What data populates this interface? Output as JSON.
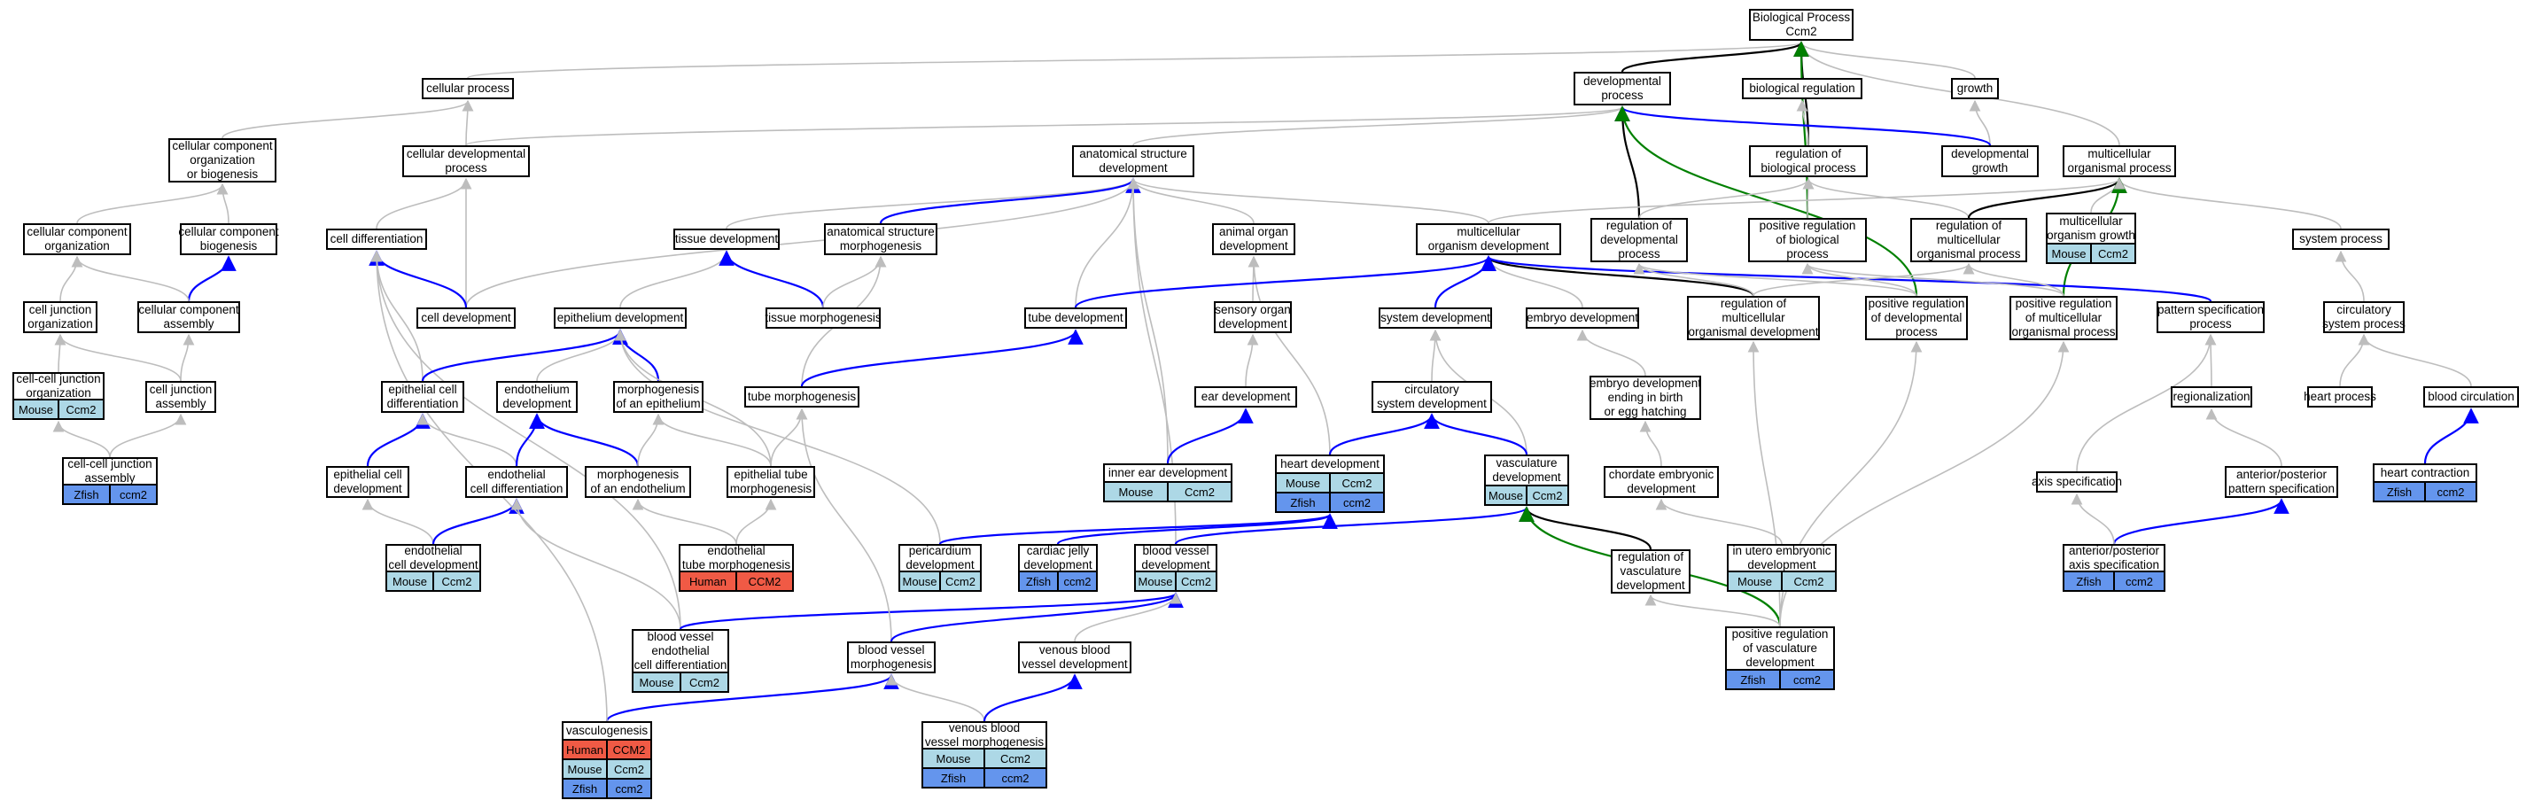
{
  "colors": {
    "mouse": "#add8e6",
    "zfish": "#6495ed",
    "human": "#f05a45",
    "edge_gray": "#bdbdbd",
    "edge_blue": "#0000ff",
    "edge_green": "#008000",
    "edge_black": "#000000"
  },
  "nodes": [
    {
      "id": "bp",
      "label": "Biological Process\nCcm2"
    },
    {
      "id": "cp",
      "label": "cellular process"
    },
    {
      "id": "dp",
      "label": "developmental\nprocess"
    },
    {
      "id": "br",
      "label": "biological regulation"
    },
    {
      "id": "growth",
      "label": "growth"
    },
    {
      "id": "ccob",
      "label": "cellular component\norganization\nor biogenesis"
    },
    {
      "id": "cdp",
      "label": "cellular developmental\nprocess"
    },
    {
      "id": "asd",
      "label": "anatomical structure\ndevelopment"
    },
    {
      "id": "rbp",
      "label": "regulation of\nbiological process"
    },
    {
      "id": "dg",
      "label": "developmental\ngrowth"
    },
    {
      "id": "mop",
      "label": "multicellular\norganismal process"
    },
    {
      "id": "cco",
      "label": "cellular component\norganization"
    },
    {
      "id": "ccb",
      "label": "cellular component\nbiogenesis"
    },
    {
      "id": "cdiff",
      "label": "cell differentiation"
    },
    {
      "id": "td",
      "label": "tissue development"
    },
    {
      "id": "asm",
      "label": "anatomical structure\nmorphogenesis"
    },
    {
      "id": "aod",
      "label": "animal organ\ndevelopment"
    },
    {
      "id": "mod",
      "label": "multicellular\norganism development"
    },
    {
      "id": "rdp",
      "label": "regulation of\ndevelopmental\nprocess"
    },
    {
      "id": "prbp",
      "label": "positive regulation\nof biological\nprocess"
    },
    {
      "id": "rmop",
      "label": "regulation of\nmulticellular\norganismal process"
    },
    {
      "id": "mog",
      "label": "multicellular\norganism growth"
    },
    {
      "id": "sp",
      "label": "system process"
    },
    {
      "id": "cjo",
      "label": "cell junction\norganization"
    },
    {
      "id": "cca",
      "label": "cellular component\nassembly"
    },
    {
      "id": "cdev",
      "label": "cell development"
    },
    {
      "id": "epd",
      "label": "epithelium development"
    },
    {
      "id": "tm",
      "label": "tissue morphogenesis"
    },
    {
      "id": "tubd",
      "label": "tube development"
    },
    {
      "id": "sod",
      "label": "sensory organ\ndevelopment"
    },
    {
      "id": "sysd",
      "label": "system development"
    },
    {
      "id": "embd",
      "label": "embryo development"
    },
    {
      "id": "rmod",
      "label": "regulation of\nmulticellular\norganismal development"
    },
    {
      "id": "prdp",
      "label": "positive regulation\nof developmental\nprocess"
    },
    {
      "id": "prmop",
      "label": "positive regulation\nof multicellular\norganismal process"
    },
    {
      "id": "psp",
      "label": "pattern specification\nprocess"
    },
    {
      "id": "csp",
      "label": "circulatory\nsystem process"
    },
    {
      "id": "ccjo",
      "label": "cell-cell junction\norganization"
    },
    {
      "id": "cja",
      "label": "cell junction\nassembly"
    },
    {
      "id": "ecd",
      "label": "epithelial cell\ndifferentiation"
    },
    {
      "id": "endod",
      "label": "endothelium\ndevelopment"
    },
    {
      "id": "moe",
      "label": "morphogenesis\nof an epithelium"
    },
    {
      "id": "tubm",
      "label": "tube morphogenesis"
    },
    {
      "id": "ead",
      "label": "ear development"
    },
    {
      "id": "csd",
      "label": "circulatory\nsystem development"
    },
    {
      "id": "edeb",
      "label": "embryo development\nending in birth\nor egg hatching"
    },
    {
      "id": "regz",
      "label": "regionalization"
    },
    {
      "id": "hp",
      "label": "heart process"
    },
    {
      "id": "bc",
      "label": "blood circulation"
    },
    {
      "id": "ccja",
      "label": "cell-cell junction\nassembly"
    },
    {
      "id": "ecdev",
      "label": "epithelial cell\ndevelopment"
    },
    {
      "id": "endocd",
      "label": "endothelial\ncell differentiation"
    },
    {
      "id": "moae",
      "label": "morphogenesis\nof an endothelium"
    },
    {
      "id": "etm",
      "label": "epithelial tube\nmorphogenesis"
    },
    {
      "id": "ied",
      "label": "inner ear development"
    },
    {
      "id": "hd",
      "label": "heart development"
    },
    {
      "id": "vd",
      "label": "vasculature\ndevelopment"
    },
    {
      "id": "ced",
      "label": "chordate embryonic\ndevelopment"
    },
    {
      "id": "as",
      "label": "axis specification"
    },
    {
      "id": "apps",
      "label": "anterior/posterior\npattern specification"
    },
    {
      "id": "hc",
      "label": "heart contraction"
    },
    {
      "id": "ecdev2",
      "label": "endothelial\ncell development"
    },
    {
      "id": "etubm",
      "label": "endothelial\ntube morphogenesis"
    },
    {
      "id": "pd",
      "label": "pericardium\ndevelopment"
    },
    {
      "id": "cjd",
      "label": "cardiac jelly\ndevelopment"
    },
    {
      "id": "bvd",
      "label": "blood vessel\ndevelopment"
    },
    {
      "id": "rvd",
      "label": "regulation of\nvasculature\ndevelopment"
    },
    {
      "id": "iued",
      "label": "in utero embryonic\ndevelopment"
    },
    {
      "id": "apas",
      "label": "anterior/posterior\naxis specification"
    },
    {
      "id": "bveecd",
      "label": "blood vessel\nendothelial\ncell differentiation"
    },
    {
      "id": "bvm",
      "label": "blood vessel\nmorphogenesis"
    },
    {
      "id": "vbvd",
      "label": "venous blood\nvessel development"
    },
    {
      "id": "prvd",
      "label": "positive regulation\nof vasculature\ndevelopment"
    },
    {
      "id": "vasc",
      "label": "vasculogenesis"
    },
    {
      "id": "vbvm",
      "label": "venous blood\nvessel morphogenesis"
    }
  ],
  "annotations": [
    {
      "node": "mog",
      "rows": [
        {
          "sp": "Mouse",
          "gene": "Ccm2",
          "kind": "mouse"
        }
      ]
    },
    {
      "node": "ccjo",
      "rows": [
        {
          "sp": "Mouse",
          "gene": "Ccm2",
          "kind": "mouse"
        }
      ]
    },
    {
      "node": "ccja",
      "rows": [
        {
          "sp": "Zfish",
          "gene": "ccm2",
          "kind": "zfish"
        }
      ]
    },
    {
      "node": "ied",
      "rows": [
        {
          "sp": "Mouse",
          "gene": "Ccm2",
          "kind": "mouse"
        }
      ]
    },
    {
      "node": "hd",
      "rows": [
        {
          "sp": "Mouse",
          "gene": "Ccm2",
          "kind": "mouse"
        },
        {
          "sp": "Zfish",
          "gene": "ccm2",
          "kind": "zfish"
        }
      ]
    },
    {
      "node": "vd",
      "rows": [
        {
          "sp": "Mouse",
          "gene": "Ccm2",
          "kind": "mouse"
        }
      ]
    },
    {
      "node": "hc",
      "rows": [
        {
          "sp": "Zfish",
          "gene": "ccm2",
          "kind": "zfish"
        }
      ]
    },
    {
      "node": "ecdev2",
      "rows": [
        {
          "sp": "Mouse",
          "gene": "Ccm2",
          "kind": "mouse"
        }
      ]
    },
    {
      "node": "etubm",
      "rows": [
        {
          "sp": "Human",
          "gene": "CCM2",
          "kind": "human"
        }
      ]
    },
    {
      "node": "pd",
      "rows": [
        {
          "sp": "Mouse",
          "gene": "Ccm2",
          "kind": "mouse"
        }
      ]
    },
    {
      "node": "cjd",
      "rows": [
        {
          "sp": "Zfish",
          "gene": "ccm2",
          "kind": "zfish"
        }
      ]
    },
    {
      "node": "bvd",
      "rows": [
        {
          "sp": "Mouse",
          "gene": "Ccm2",
          "kind": "mouse"
        }
      ]
    },
    {
      "node": "iued",
      "rows": [
        {
          "sp": "Mouse",
          "gene": "Ccm2",
          "kind": "mouse"
        }
      ]
    },
    {
      "node": "apas",
      "rows": [
        {
          "sp": "Zfish",
          "gene": "ccm2",
          "kind": "zfish"
        }
      ]
    },
    {
      "node": "bveecd",
      "rows": [
        {
          "sp": "Mouse",
          "gene": "Ccm2",
          "kind": "mouse"
        }
      ]
    },
    {
      "node": "prvd",
      "rows": [
        {
          "sp": "Zfish",
          "gene": "ccm2",
          "kind": "zfish"
        }
      ]
    },
    {
      "node": "vasc",
      "rows": [
        {
          "sp": "Human",
          "gene": "CCM2",
          "kind": "human"
        },
        {
          "sp": "Mouse",
          "gene": "Ccm2",
          "kind": "mouse"
        },
        {
          "sp": "Zfish",
          "gene": "ccm2",
          "kind": "zfish"
        }
      ]
    },
    {
      "node": "vbvm",
      "rows": [
        {
          "sp": "Mouse",
          "gene": "Ccm2",
          "kind": "mouse"
        },
        {
          "sp": "Zfish",
          "gene": "ccm2",
          "kind": "zfish"
        }
      ]
    }
  ],
  "edges": [
    [
      "cp",
      "bp",
      "gray"
    ],
    [
      "dp",
      "bp",
      "black"
    ],
    [
      "br",
      "bp",
      "gray"
    ],
    [
      "growth",
      "bp",
      "gray"
    ],
    [
      "mop",
      "bp",
      "gray"
    ],
    [
      "rbp",
      "bp",
      "black"
    ],
    [
      "prbp",
      "bp",
      "green"
    ],
    [
      "rbp",
      "br",
      "gray"
    ],
    [
      "dg",
      "growth",
      "gray"
    ],
    [
      "dg",
      "dp",
      "blue"
    ],
    [
      "cdp",
      "cp",
      "gray"
    ],
    [
      "ccob",
      "cp",
      "gray"
    ],
    [
      "asd",
      "dp",
      "gray"
    ],
    [
      "cdp",
      "dp",
      "gray"
    ],
    [
      "rdp",
      "dp",
      "black"
    ],
    [
      "prdp",
      "dp",
      "green"
    ],
    [
      "cco",
      "ccob",
      "gray"
    ],
    [
      "ccb",
      "ccob",
      "gray"
    ],
    [
      "cdiff",
      "cdp",
      "gray"
    ],
    [
      "cdev",
      "cdp",
      "gray"
    ],
    [
      "td",
      "asd",
      "gray"
    ],
    [
      "asm",
      "asd",
      "blue"
    ],
    [
      "aod",
      "asd",
      "gray"
    ],
    [
      "mod",
      "asd",
      "gray"
    ],
    [
      "tubd",
      "asd",
      "gray"
    ],
    [
      "ied",
      "asd",
      "gray"
    ],
    [
      "bvd",
      "asd",
      "gray"
    ],
    [
      "cdev",
      "asd",
      "gray"
    ],
    [
      "rdp",
      "rbp",
      "gray"
    ],
    [
      "prbp",
      "rbp",
      "gray"
    ],
    [
      "rmop",
      "rbp",
      "gray"
    ],
    [
      "mog",
      "mop",
      "gray"
    ],
    [
      "sp",
      "mop",
      "gray"
    ],
    [
      "rmop",
      "mop",
      "black"
    ],
    [
      "prmop",
      "mop",
      "green"
    ],
    [
      "mod",
      "mop",
      "gray"
    ],
    [
      "cjo",
      "cco",
      "gray"
    ],
    [
      "cca",
      "ccb",
      "blue"
    ],
    [
      "cca",
      "cco",
      "gray"
    ],
    [
      "cdev",
      "cdiff",
      "blue"
    ],
    [
      "ecd",
      "cdiff",
      "gray"
    ],
    [
      "bveecd",
      "cdiff",
      "gray"
    ],
    [
      "epd",
      "td",
      "gray"
    ],
    [
      "tm",
      "td",
      "blue"
    ],
    [
      "tm",
      "asm",
      "gray"
    ],
    [
      "tubm",
      "asm",
      "gray"
    ],
    [
      "sod",
      "aod",
      "gray"
    ],
    [
      "hd",
      "aod",
      "gray"
    ],
    [
      "sysd",
      "mod",
      "blue"
    ],
    [
      "embd",
      "mod",
      "gray"
    ],
    [
      "rmod",
      "mod",
      "black"
    ],
    [
      "psp",
      "mod",
      "blue"
    ],
    [
      "tubd",
      "mod",
      "blue"
    ],
    [
      "rmod",
      "rdp",
      "gray"
    ],
    [
      "rmod",
      "rmop",
      "gray"
    ],
    [
      "prdp",
      "rdp",
      "gray"
    ],
    [
      "prmop",
      "rmop",
      "gray"
    ],
    [
      "prdp",
      "prbp",
      "gray"
    ],
    [
      "prmop",
      "prbp",
      "gray"
    ],
    [
      "ccjo",
      "cjo",
      "gray"
    ],
    [
      "cja",
      "cca",
      "gray"
    ],
    [
      "cja",
      "cjo",
      "gray"
    ],
    [
      "ecd",
      "epd",
      "blue"
    ],
    [
      "endod",
      "epd",
      "gray"
    ],
    [
      "moe",
      "epd",
      "blue"
    ],
    [
      "etm",
      "epd",
      "gray"
    ],
    [
      "pd",
      "epd",
      "gray"
    ],
    [
      "tubm",
      "tubd",
      "blue"
    ],
    [
      "ead",
      "sod",
      "gray"
    ],
    [
      "csd",
      "sysd",
      "gray"
    ],
    [
      "vd",
      "sysd",
      "gray"
    ],
    [
      "edeb",
      "embd",
      "gray"
    ],
    [
      "regz",
      "psp",
      "gray"
    ],
    [
      "as",
      "psp",
      "gray"
    ],
    [
      "hp",
      "csp",
      "gray"
    ],
    [
      "bc",
      "csp",
      "gray"
    ],
    [
      "csp",
      "sp",
      "gray"
    ],
    [
      "ccja",
      "cja",
      "gray"
    ],
    [
      "ccja",
      "ccjo",
      "gray"
    ],
    [
      "ecdev",
      "ecd",
      "blue"
    ],
    [
      "endocd",
      "ecd",
      "gray"
    ],
    [
      "endocd",
      "endod",
      "blue"
    ],
    [
      "moae",
      "endod",
      "blue"
    ],
    [
      "moae",
      "moe",
      "gray"
    ],
    [
      "etm",
      "moe",
      "gray"
    ],
    [
      "etm",
      "tubm",
      "gray"
    ],
    [
      "ied",
      "ead",
      "blue"
    ],
    [
      "hd",
      "csd",
      "blue"
    ],
    [
      "vd",
      "csd",
      "blue"
    ],
    [
      "ced",
      "edeb",
      "gray"
    ],
    [
      "apps",
      "regz",
      "gray"
    ],
    [
      "hc",
      "bc",
      "blue"
    ],
    [
      "ecdev2",
      "ecdev",
      "gray"
    ],
    [
      "ecdev2",
      "endocd",
      "blue"
    ],
    [
      "etubm",
      "etm",
      "gray"
    ],
    [
      "etubm",
      "moae",
      "gray"
    ],
    [
      "pd",
      "hd",
      "blue"
    ],
    [
      "cjd",
      "hd",
      "blue"
    ],
    [
      "bvd",
      "vd",
      "blue"
    ],
    [
      "rvd",
      "vd",
      "black"
    ],
    [
      "prvd",
      "vd",
      "green"
    ],
    [
      "iued",
      "ced",
      "gray"
    ],
    [
      "apas",
      "apps",
      "blue"
    ],
    [
      "apas",
      "as",
      "gray"
    ],
    [
      "bveecd",
      "endocd",
      "gray"
    ],
    [
      "bveecd",
      "bvd",
      "blue"
    ],
    [
      "bvm",
      "tubm",
      "gray"
    ],
    [
      "bvm",
      "bvd",
      "blue"
    ],
    [
      "vbvd",
      "bvd",
      "gray"
    ],
    [
      "prvd",
      "rvd",
      "gray"
    ],
    [
      "prvd",
      "prdp",
      "gray"
    ],
    [
      "prvd",
      "prmop",
      "gray"
    ],
    [
      "prvd",
      "rmod",
      "gray"
    ],
    [
      "vasc",
      "bvm",
      "blue"
    ],
    [
      "vasc",
      "cdiff",
      "gray"
    ],
    [
      "vbvm",
      "bvm",
      "gray"
    ],
    [
      "vbvm",
      "vbvd",
      "blue"
    ]
  ]
}
